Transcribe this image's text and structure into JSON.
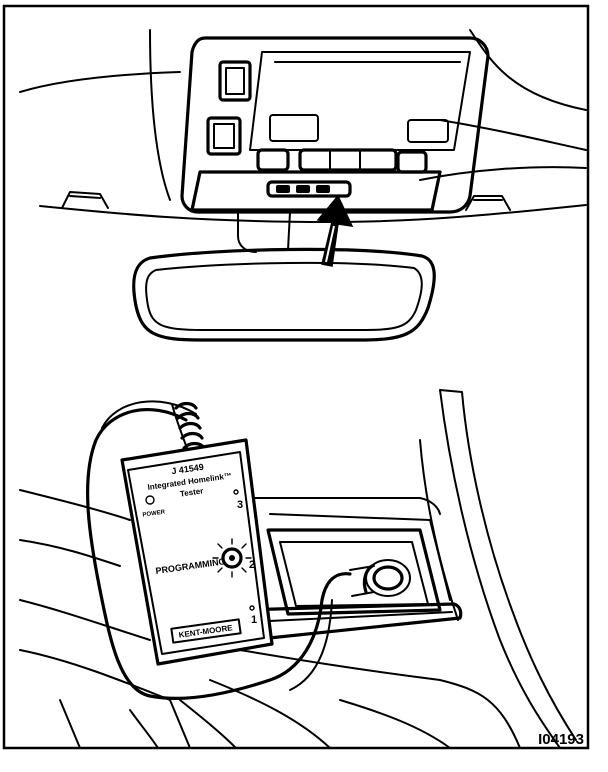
{
  "figure_id": "I04193",
  "tester": {
    "model_number": "J 41549",
    "name_line1": "Integrated Homelink™",
    "name_line2": "Tester",
    "power_label": "POWER",
    "programming_label": "PROGRAMMING",
    "indicator_1": "1",
    "indicator_2": "2",
    "indicator_3": "3",
    "brand": "KENT-MOORE"
  }
}
